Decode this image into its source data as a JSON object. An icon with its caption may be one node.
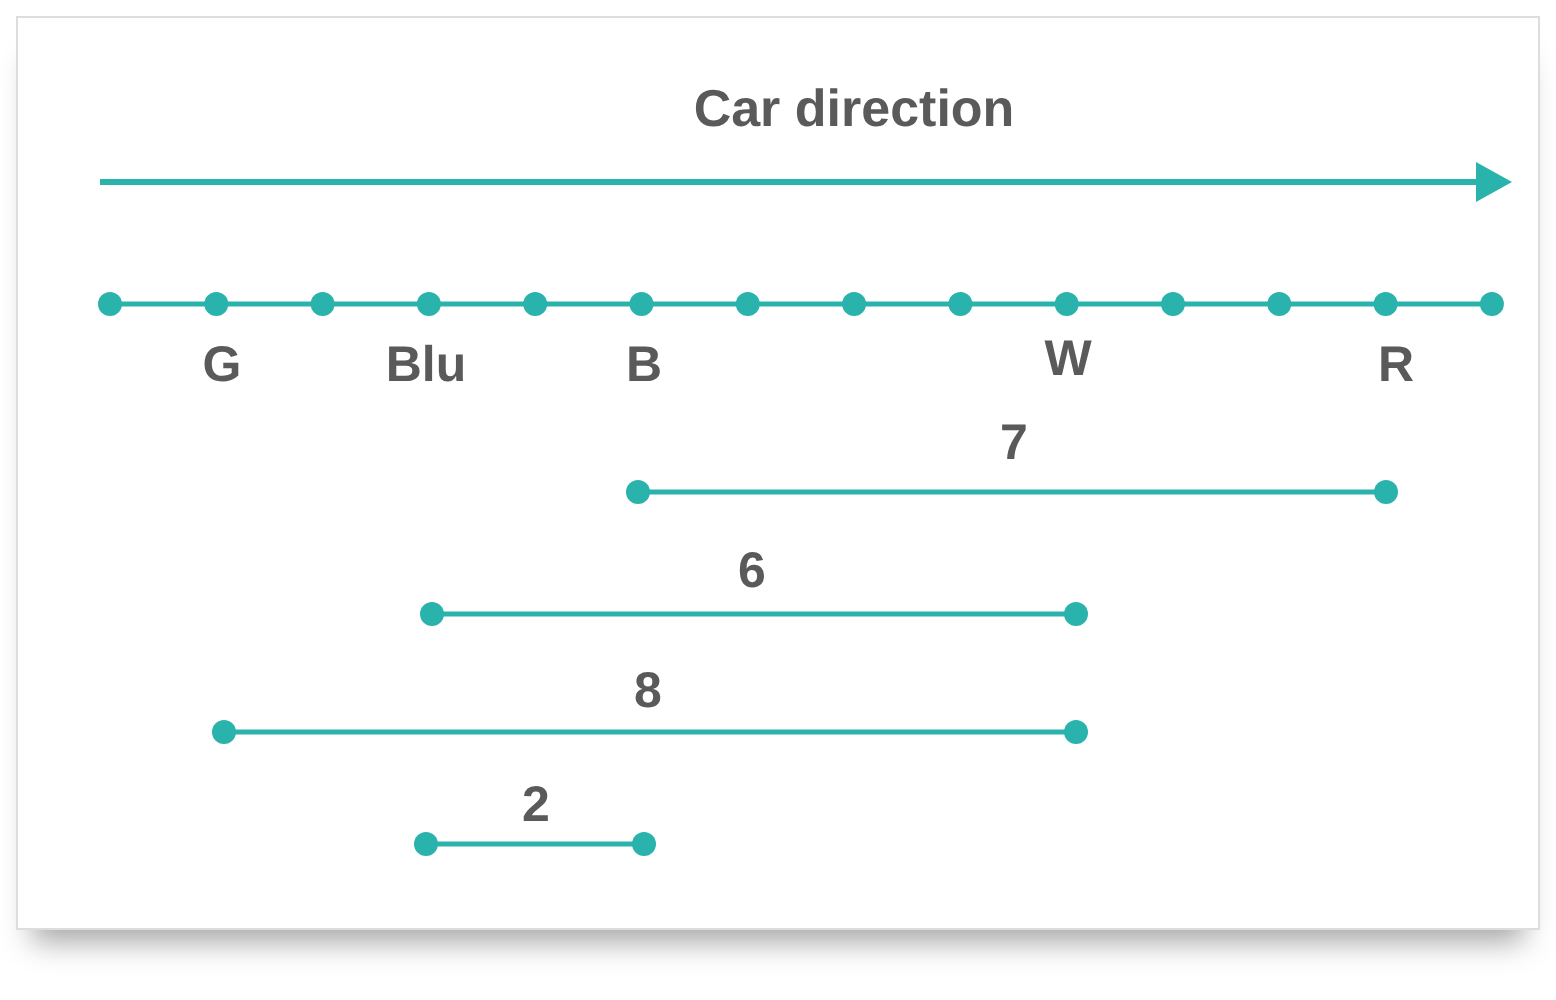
{
  "diagram": {
    "title": "Car direction",
    "labels": [
      "G",
      "Blu",
      "B",
      "W",
      "R",
      "7",
      "6",
      "8",
      "2"
    ]
  }
}
